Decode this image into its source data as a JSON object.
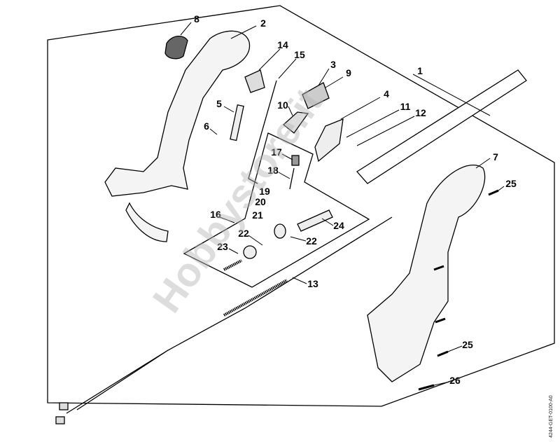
{
  "diagram": {
    "drawing_code": "4244-GET-0100-A0",
    "watermark": "Hobbystore.it",
    "part_labels": [
      {
        "id": "8"
      },
      {
        "id": "2"
      },
      {
        "id": "14"
      },
      {
        "id": "15"
      },
      {
        "id": "3"
      },
      {
        "id": "9"
      },
      {
        "id": "1"
      },
      {
        "id": "5"
      },
      {
        "id": "10"
      },
      {
        "id": "4"
      },
      {
        "id": "11"
      },
      {
        "id": "12"
      },
      {
        "id": "6"
      },
      {
        "id": "17"
      },
      {
        "id": "18"
      },
      {
        "id": "19"
      },
      {
        "id": "20"
      },
      {
        "id": "21"
      },
      {
        "id": "16"
      },
      {
        "id": "22"
      },
      {
        "id": "24"
      },
      {
        "id": "22"
      },
      {
        "id": "23"
      },
      {
        "id": "13"
      },
      {
        "id": "7"
      },
      {
        "id": "25"
      },
      {
        "id": "25"
      },
      {
        "id": "26"
      }
    ]
  }
}
